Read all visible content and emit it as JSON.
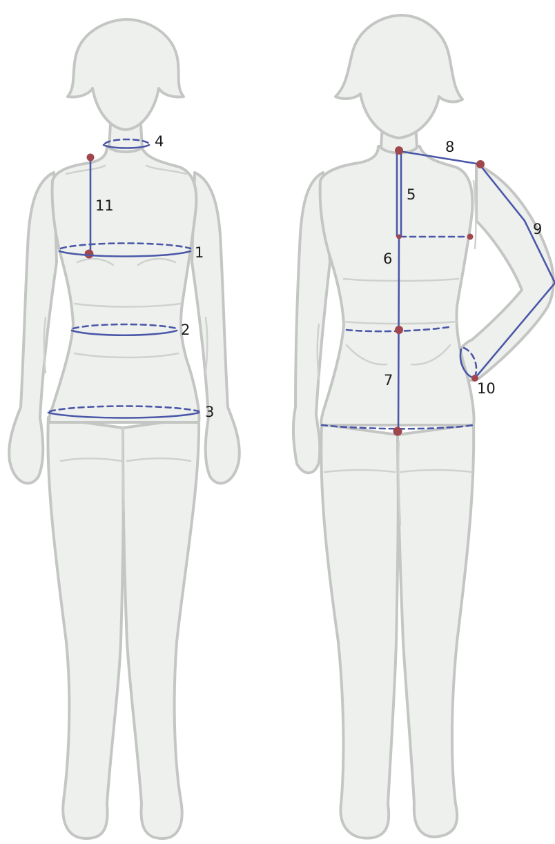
{
  "figure": {
    "labels": [
      {
        "id": "label-1",
        "text": "1"
      },
      {
        "id": "label-2",
        "text": "2"
      },
      {
        "id": "label-3",
        "text": "3"
      },
      {
        "id": "label-4",
        "text": "4"
      },
      {
        "id": "label-5",
        "text": "5"
      },
      {
        "id": "label-6",
        "text": "6"
      },
      {
        "id": "label-7",
        "text": "7"
      },
      {
        "id": "label-8",
        "text": "8"
      },
      {
        "id": "label-9",
        "text": "9"
      },
      {
        "id": "label-10",
        "text": "10"
      },
      {
        "id": "label-11",
        "text": "11"
      }
    ]
  },
  "colors": {
    "background": "#ffffff",
    "body_fill": "#eef0ee",
    "body_outline": "#c4c6c4",
    "measure_line": "#4a57a8",
    "measure_point": "#a0474e"
  }
}
